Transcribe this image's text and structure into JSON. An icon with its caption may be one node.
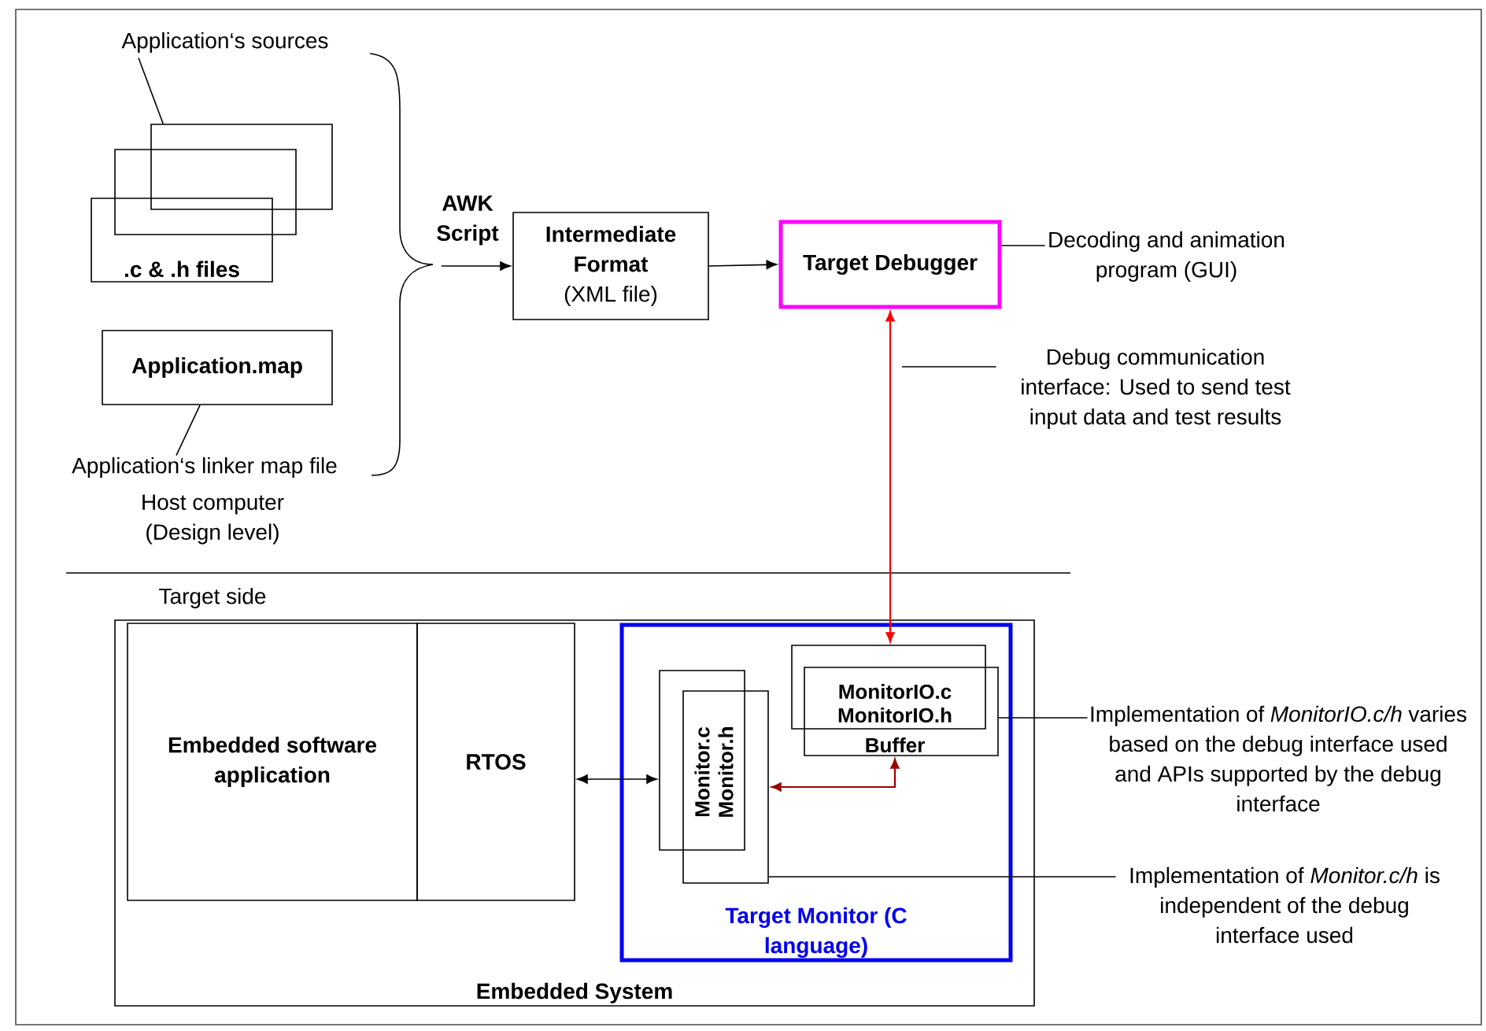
{
  "diagram": {
    "nodes": [
      {
        "text": [
          "Application‘s sources"
        ]
      },
      {
        "text": [],
        "shape": "box"
      },
      {
        "text": [],
        "shape": "box"
      },
      {
        "text": [
          ".c & .h files"
        ]
      },
      {
        "text": [
          "Application.map"
        ]
      },
      {
        "text": [
          "Application‘s linker map file"
        ]
      },
      {
        "text": [
          "Intermediate Format",
          "(XML file)"
        ]
      },
      {
        "text": [
          "Target Debugger"
        ]
      },
      {
        "text": [
          "Decoding and animation program (GUI)"
        ]
      },
      {
        "text": [
          "Debug communication interface: Used to send test input data and test results"
        ]
      },
      {
        "text": [
          "Embedded System"
        ]
      },
      {
        "text": [
          "Embedded software application"
        ],
        "in": 10
      },
      {
        "text": [
          "RTOS"
        ],
        "in": 10
      },
      {
        "text": [
          "Target Monitor (C language)"
        ],
        "in": 10
      },
      {
        "text": [
          "Monitor.c",
          "Monitor.h"
        ],
        "in": 13
      },
      {
        "text": [
          "MonitorIO.c",
          "MonitorIO.h",
          "Buffer"
        ],
        "in": 13
      },
      {
        "text": [
          "Implementation of *MonitorIO.c/h* varies based on the debug interface used and APIs supported by the debug interface"
        ]
      },
      {
        "text": [
          "Implementation of *Monitor.c/h* is independent of the debug interface used"
        ]
      },
      {
        "text": [],
        "shape": "brace"
      }
    ],
    "edges": [
      {
        "from": 0,
        "to": 1,
        "arrow": "none"
      },
      {
        "from": 5,
        "to": 4,
        "arrow": "none"
      },
      {
        "from": 18,
        "to": 6,
        "arrow": "to",
        "label": "AWK Script"
      },
      {
        "from": 6,
        "to": 7,
        "arrow": "to"
      },
      {
        "from": 8,
        "to": 7,
        "arrow": "none"
      },
      {
        "from": 9,
        "to": null,
        "arrow": "none"
      },
      {
        "from": 7,
        "to": 15,
        "arrow": "both",
        "color": "#ff0000"
      },
      {
        "from": 12,
        "to": 14,
        "arrow": "both"
      },
      {
        "from": 14,
        "to": 15,
        "arrow": "both",
        "color": "#990000"
      },
      {
        "from": 16,
        "to": 15,
        "arrow": "none"
      },
      {
        "from": 17,
        "to": 14,
        "arrow": "none"
      }
    ],
    "labels": [
      "Host computer (Design level)",
      "Target side"
    ]
  }
}
